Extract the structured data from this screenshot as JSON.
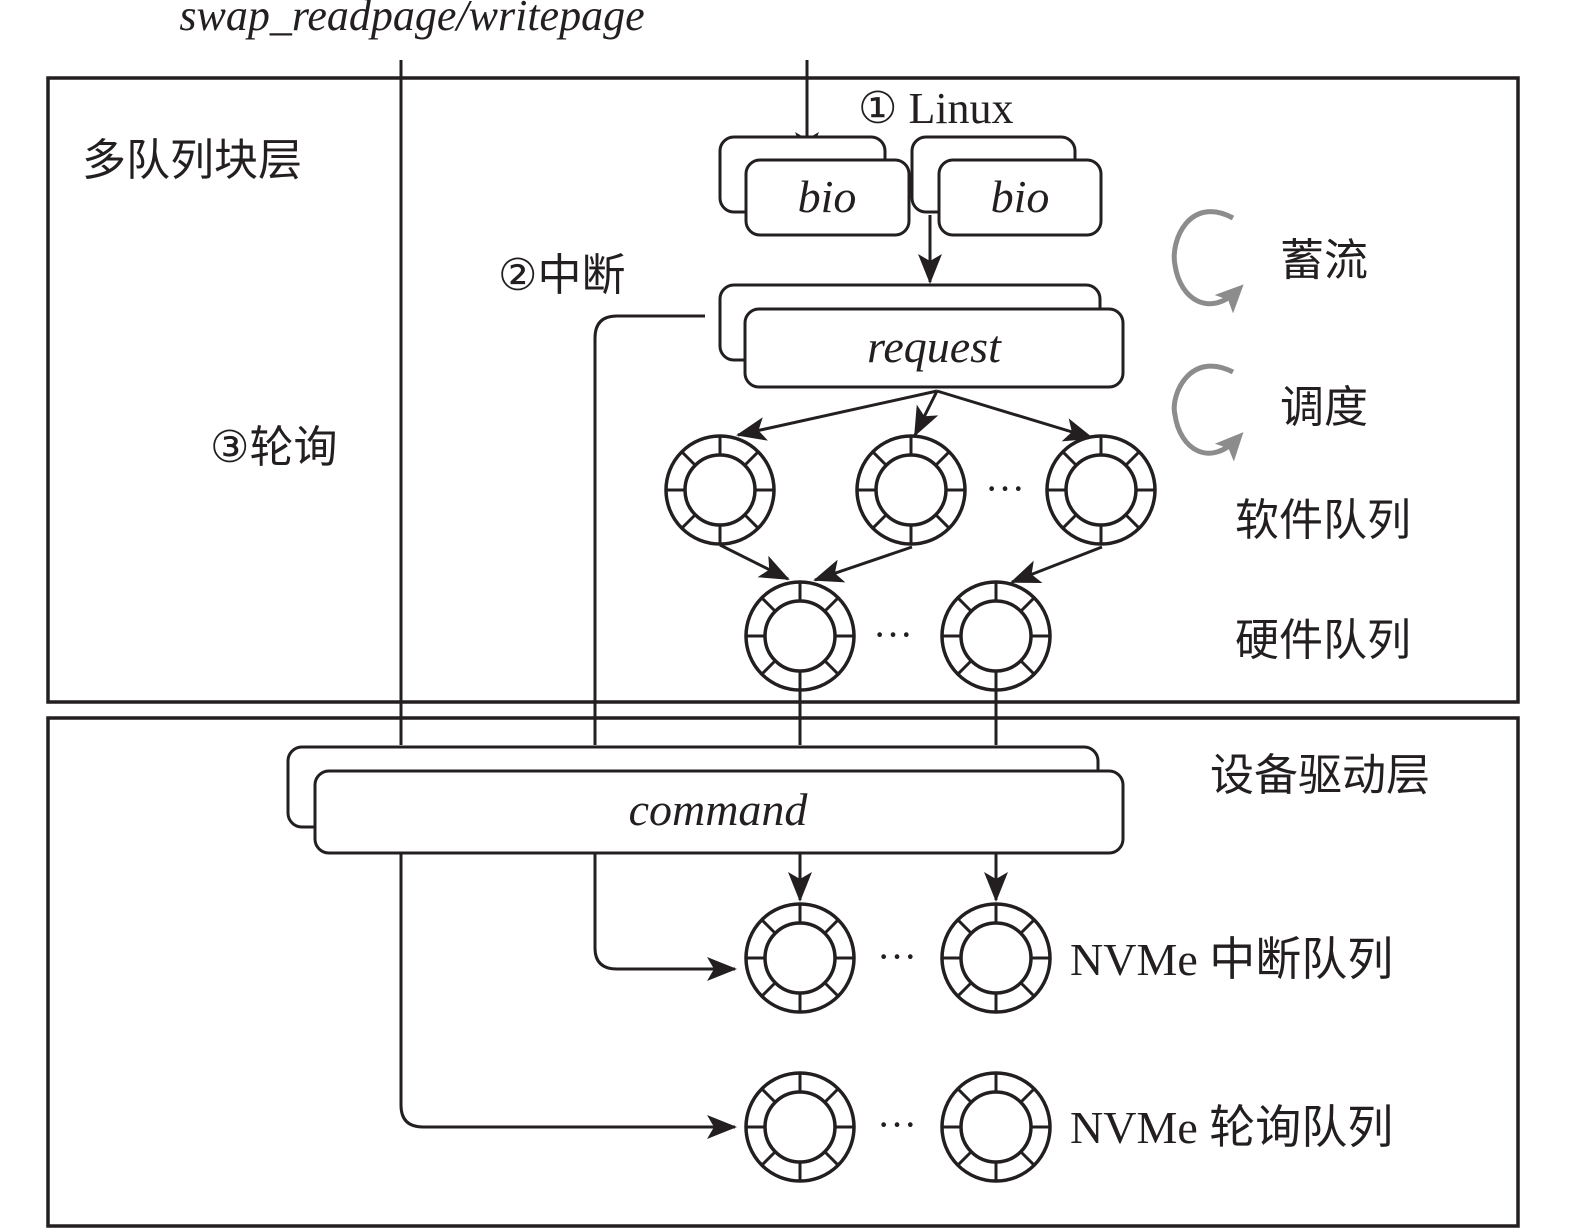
{
  "diagram": {
    "top_label": "swap_readpage/writepage",
    "layers": {
      "block_layer": "多队列块层",
      "driver_layer": "设备驱动层"
    },
    "steps": {
      "linux": "① Linux",
      "interrupt": "②中断",
      "polling": "③轮询"
    },
    "boxes": {
      "bio": "bio",
      "request": "request",
      "command": "command"
    },
    "operations": {
      "plug": "蓄流",
      "schedule": "调度"
    },
    "queues": {
      "software": "软件队列",
      "hardware": "硬件队列",
      "nvme_interrupt": "NVMe 中断队列",
      "nvme_polling": "NVMe 轮询队列"
    },
    "ellipsis": "···",
    "colors": {
      "stroke": "#231f20",
      "loop_arrow": "#8c8c8c",
      "background": "#ffffff"
    }
  }
}
